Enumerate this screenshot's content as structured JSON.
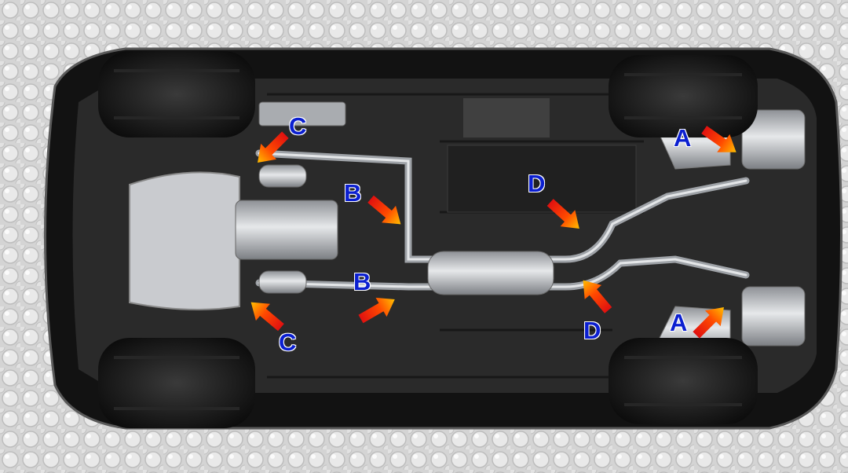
{
  "scene": {
    "subject": "model-car-underside",
    "background": "bubble-wrap",
    "colors": {
      "label": "#0b1fd0",
      "arrow_start": "#ffb000",
      "arrow_end": "#e01010",
      "chassis": "#1c1c1c",
      "exhaust": "#b9bcc0",
      "tire": "#141414",
      "bubble_wrap": "#d9d9d9"
    }
  },
  "markers": [
    {
      "id": "A1",
      "label": "A"
    },
    {
      "id": "A2",
      "label": "A"
    },
    {
      "id": "B1",
      "label": "B"
    },
    {
      "id": "B2",
      "label": "B"
    },
    {
      "id": "C1",
      "label": "C"
    },
    {
      "id": "C2",
      "label": "C"
    },
    {
      "id": "D1",
      "label": "D"
    },
    {
      "id": "D2",
      "label": "D"
    }
  ]
}
